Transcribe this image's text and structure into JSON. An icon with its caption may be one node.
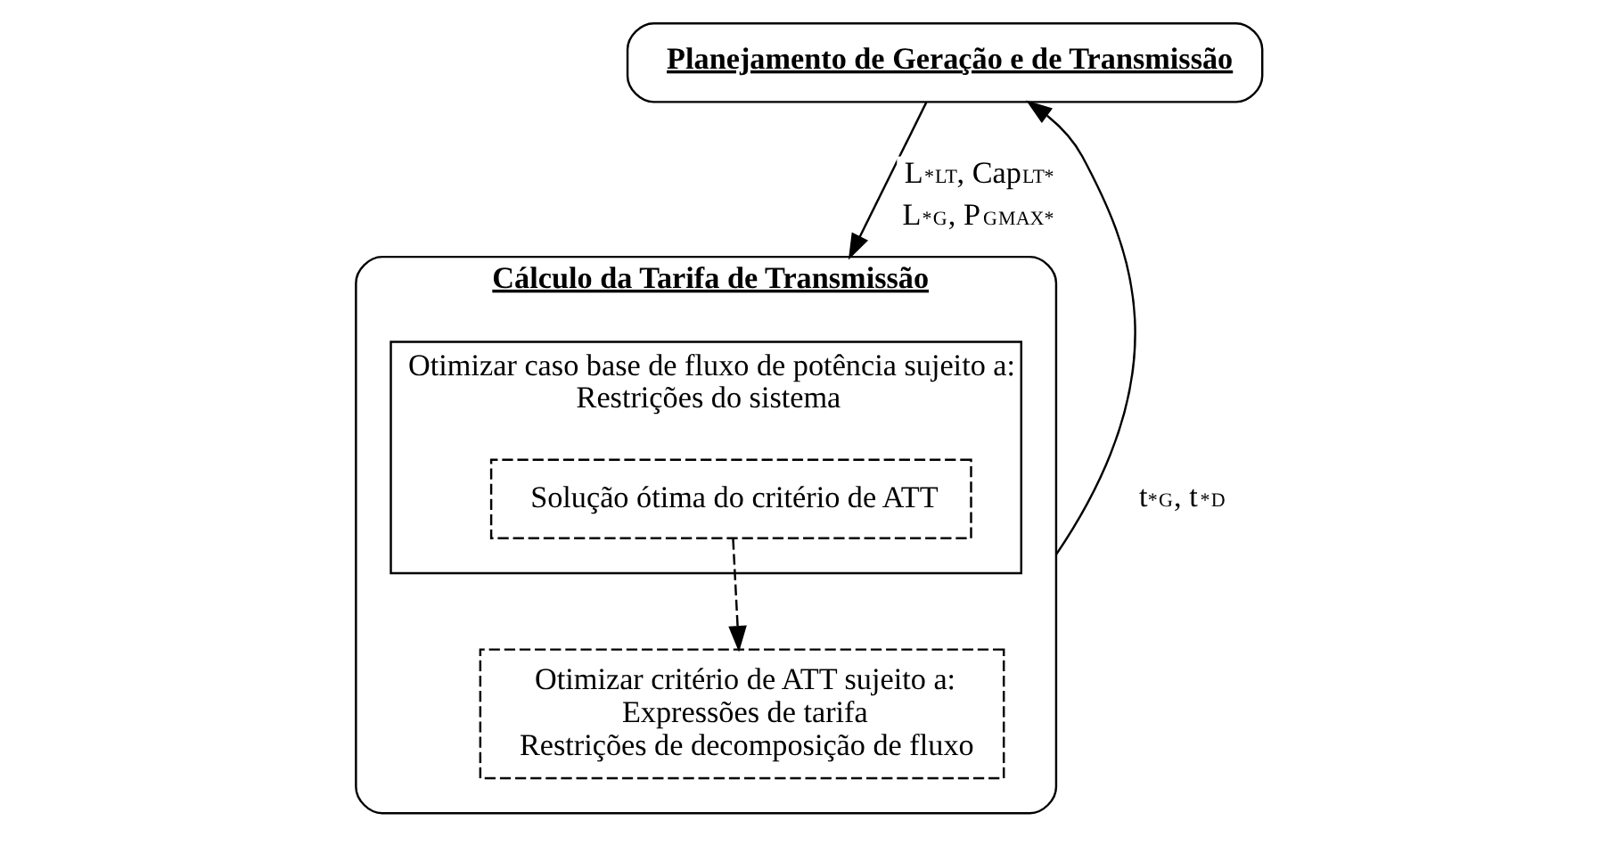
{
  "diagram": {
    "nodes": [
      {
        "text": [
          "Planejamento de Geração e de Transmissão"
        ]
      },
      {
        "text": [
          "Cálculo da Tarifa de Transmissão"
        ]
      },
      {
        "text": [
          "Otimizar caso base de fluxo de potência sujeito a:",
          "Restrições do sistema"
        ],
        "in": 1
      },
      {
        "text": [
          "Solução ótima do critério de ATT"
        ],
        "in": 2
      },
      {
        "text": [
          "Otimizar critério de ATT sujeito a:",
          "Expressões de tarifa",
          "Restrições de decomposição de fluxo"
        ],
        "in": 1
      }
    ],
    "edges": [
      {
        "from": 0,
        "to": 1,
        "arrow": "to",
        "label": "L$^{*}$$_{LT}$, Cap$_{LT}$$^{*}$ L$^{*}$$_{G}$, P$_{G}$$^{MAX*}$"
      },
      {
        "from": 1,
        "to": 0,
        "arrow": "to",
        "label": "t$^{*}$$_{G}$, t$^{*}$$_{D}$"
      },
      {
        "from": 3,
        "to": 4,
        "arrow": "to",
        "style": "dashed"
      }
    ]
  }
}
